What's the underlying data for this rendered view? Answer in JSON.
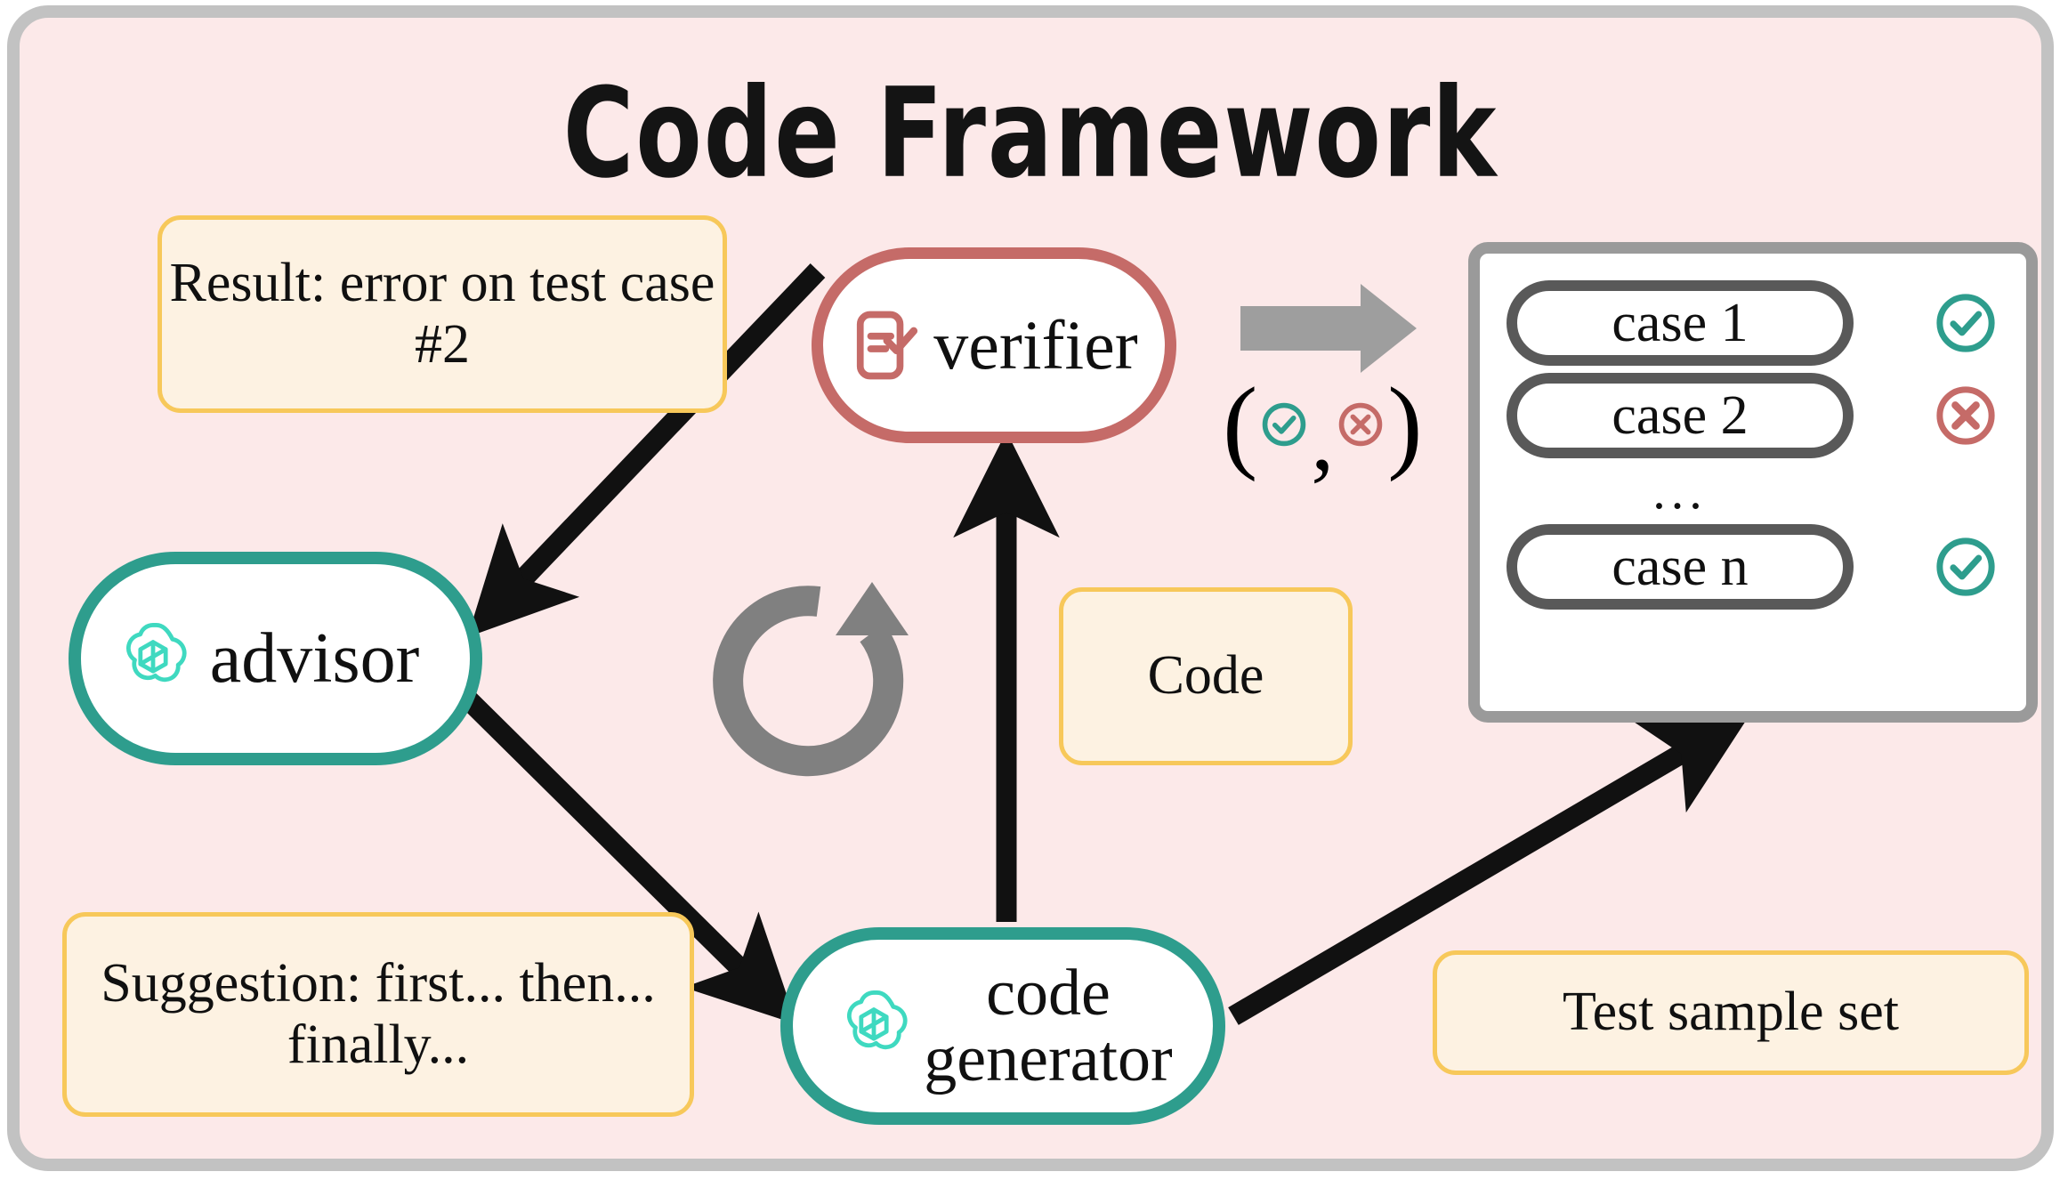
{
  "title": "Code Framework",
  "colors": {
    "background": "#fce9e9",
    "frame_border": "#c2c2c2",
    "note_fill": "#fdf2e2",
    "note_border": "#f7c85a",
    "teal": "#2e9d8d",
    "teal_logo": "#3fd9c0",
    "red": "#c56b68",
    "gray": "#808080",
    "panel_border": "#9a9a9a",
    "case_border": "#595959",
    "arrow": "#111111"
  },
  "notes": {
    "result": "Result: error on test case #2",
    "suggestion": "Suggestion: first... then... finally...",
    "code": "Code",
    "test_sample_set": "Test sample set"
  },
  "agents": {
    "advisor": {
      "label": "advisor",
      "icon": "openai-logo-icon"
    },
    "verifier": {
      "label": "verifier",
      "icon": "clipboard-check-icon"
    },
    "code_generator": {
      "label_line1": "code",
      "label_line2": "generator",
      "icon": "openai-logo-icon"
    }
  },
  "test_panel": {
    "rows": [
      {
        "label": "case 1",
        "status": "pass",
        "status_icon": "check-circle-icon"
      },
      {
        "label": "case 2",
        "status": "fail",
        "status_icon": "x-circle-icon"
      },
      {
        "label": "...",
        "status": "none",
        "status_icon": ""
      },
      {
        "label": "case n",
        "status": "pass",
        "status_icon": "check-circle-icon"
      }
    ]
  },
  "tuple": {
    "open": "(",
    "comma": ",",
    "close": ")",
    "pass_icon": "check-circle-icon",
    "fail_icon": "x-circle-icon"
  },
  "icons": {
    "loop": "refresh-loop-icon",
    "gray_arrow": "thick-right-arrow-icon"
  },
  "edges": [
    {
      "from": "verifier",
      "to": "advisor",
      "name": "verifier-to-advisor-arrow"
    },
    {
      "from": "advisor",
      "to": "code_generator",
      "name": "advisor-to-code-generator-arrow"
    },
    {
      "from": "code_generator",
      "to": "verifier",
      "name": "code-generator-to-verifier-arrow"
    },
    {
      "from": "code_generator",
      "to": "test_panel",
      "name": "code-generator-to-test-panel-arrow"
    }
  ]
}
